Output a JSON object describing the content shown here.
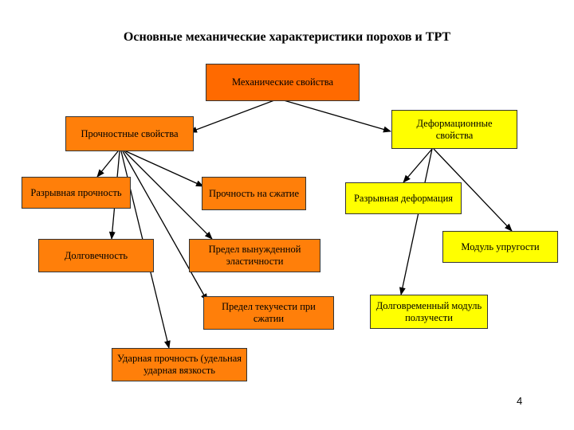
{
  "slide": {
    "title": "Основные механические характеристики порохов и ТРТ",
    "page_number": "4"
  },
  "nodes": {
    "mech": "Механические свойства",
    "strength": "Прочностные свойства",
    "deform": "Деформационные свойства",
    "tensile_strength": "Разрывная прочность",
    "compress_strength": "Прочность на сжатие",
    "tensile_deform": "Разрывная деформация",
    "durability": "Долговечность",
    "forced_elast": "Предел вынужденной эластичности",
    "modulus": "Модуль упругости",
    "yield": "Предел текучести при сжатии",
    "creep_modulus": "Долговременный модуль ползучести",
    "impact": "Ударная прочность (удельная ударная вязкость"
  },
  "colors": {
    "orange": "#ff7f0a",
    "red_orange": "#ff6a00",
    "yellow": "#ffff00",
    "line": "#000000"
  }
}
